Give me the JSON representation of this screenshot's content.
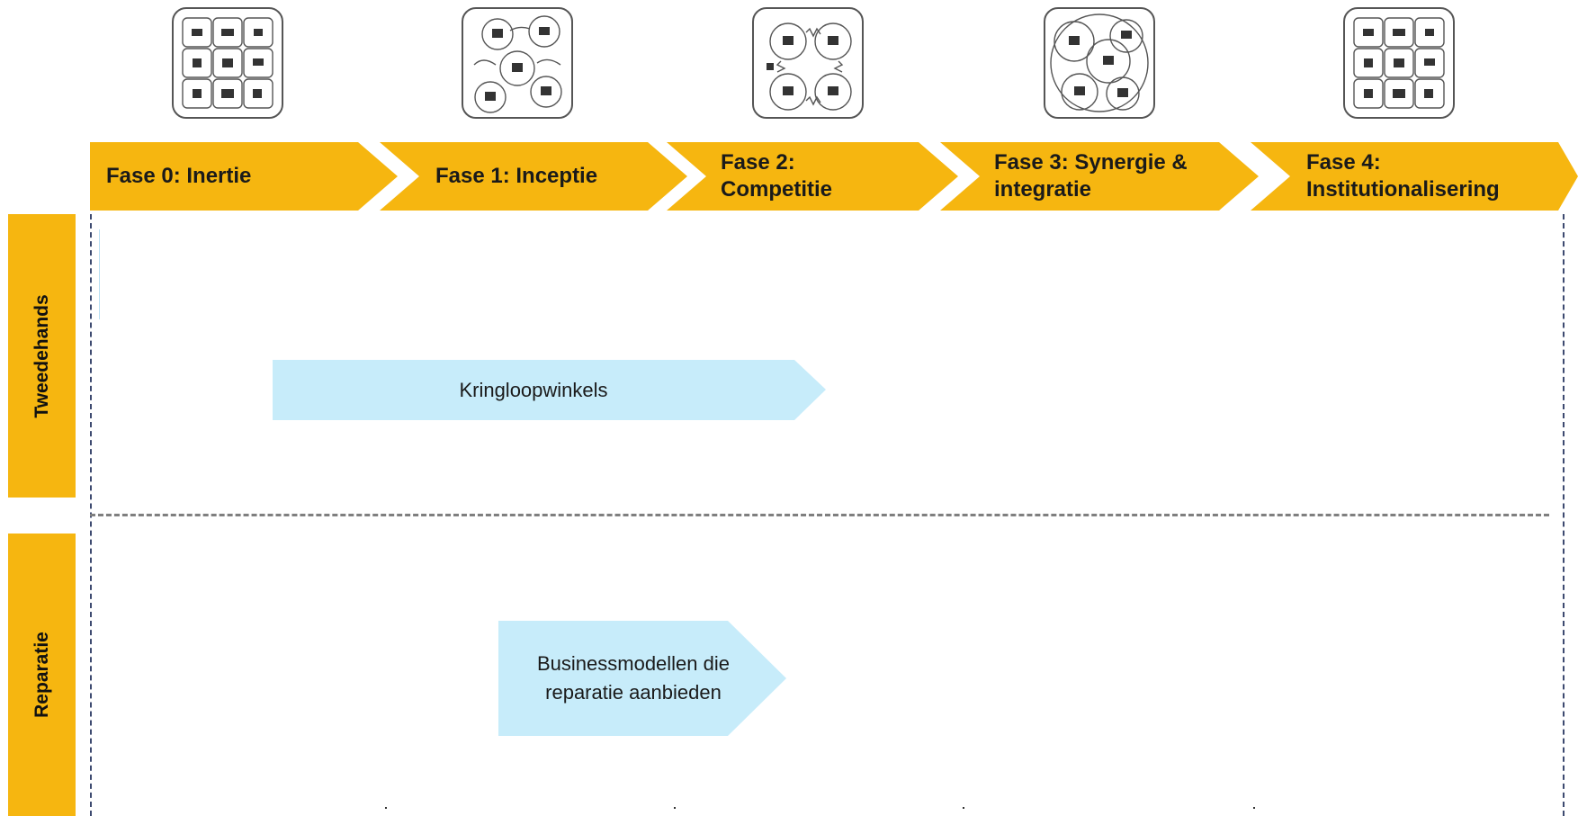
{
  "phases": [
    {
      "label": "Fase 0: Inertie",
      "icon": "fragmented-grid-icon"
    },
    {
      "label": "Fase 1: Inceptie",
      "icon": "scattered-circles-icon"
    },
    {
      "label": "Fase 2:\nCompetitie",
      "icon": "competing-circles-icon"
    },
    {
      "label": "Fase 3: Synergie &\nintegratie",
      "icon": "overlapping-circles-icon"
    },
    {
      "label": "Fase 4:\nInstitutionalisering",
      "icon": "institutional-grid-icon"
    }
  ],
  "rows": [
    {
      "label": "Tweedehands",
      "bar": "Kringloopwinkels"
    },
    {
      "label": "Reparatie",
      "bar": "Businessmodellen die\nreparatie aanbieden"
    }
  ],
  "colors": {
    "chevron": "#f6b610",
    "bar": "#c7ecfa",
    "outline": "#555555",
    "grid_line": "#3d4a70"
  }
}
